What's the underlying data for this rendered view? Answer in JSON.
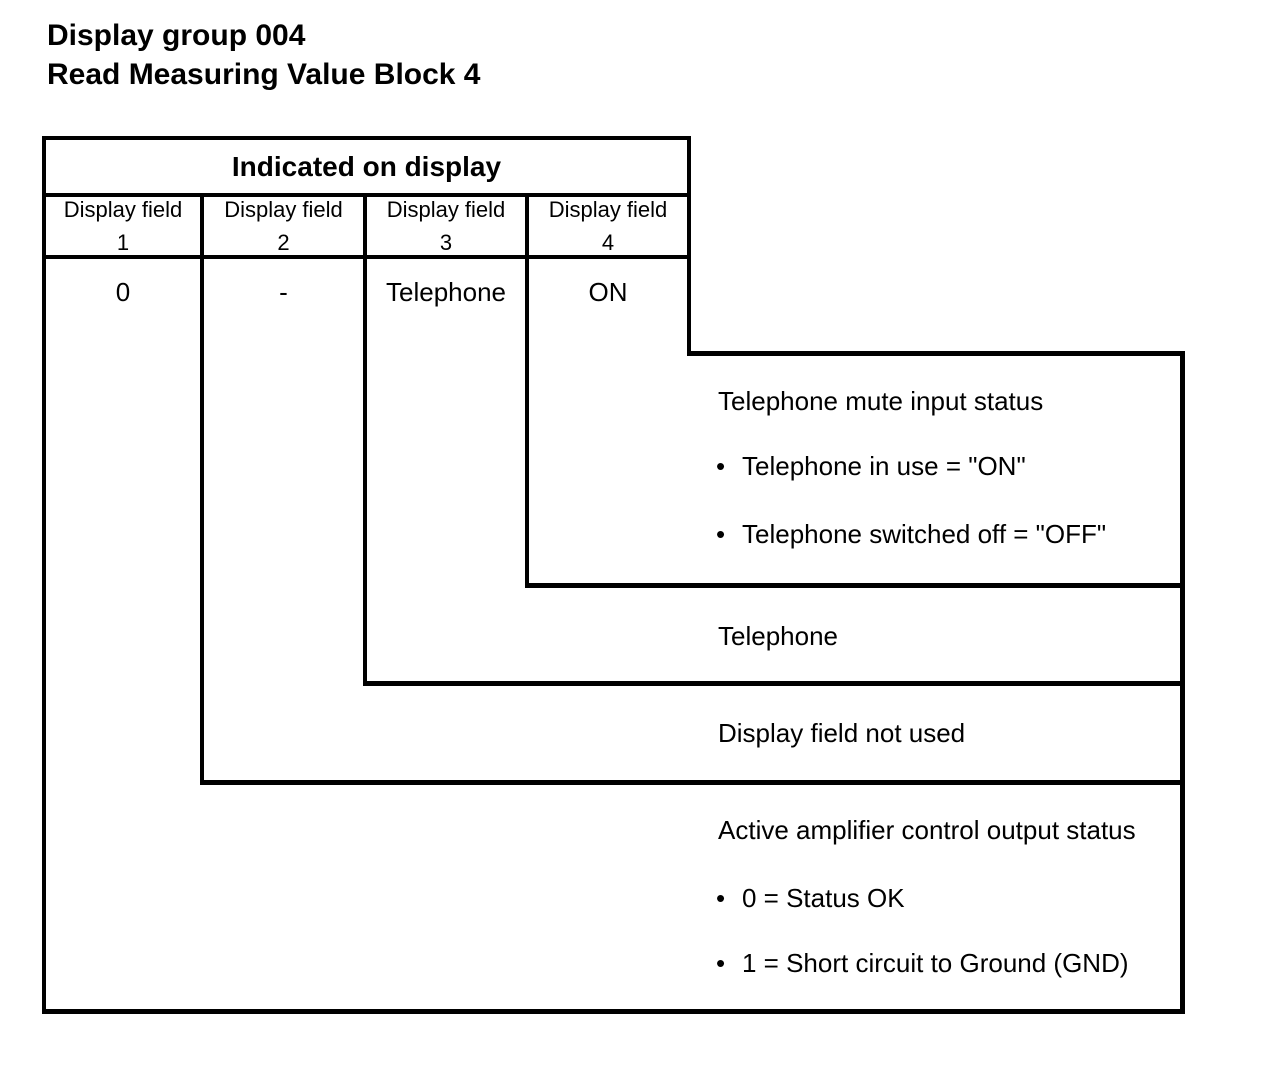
{
  "title": {
    "line1": "Display group 004",
    "line2": "Read Measuring Value Block 4"
  },
  "table": {
    "header": "Indicated on display",
    "columns": [
      {
        "label": "Display field",
        "number": "1",
        "value": "0"
      },
      {
        "label": "Display field",
        "number": "2",
        "value": "-"
      },
      {
        "label": "Display field",
        "number": "3",
        "value": "Telephone"
      },
      {
        "label": "Display field",
        "number": "4",
        "value": "ON"
      }
    ]
  },
  "bullet_char": "•",
  "annotations": [
    {
      "field_number": "4",
      "heading": "Telephone mute input status",
      "bullets": [
        "Telephone in use = \"ON\"",
        "Telephone switched off = \"OFF\""
      ]
    },
    {
      "field_number": "3",
      "heading": "Telephone",
      "bullets": []
    },
    {
      "field_number": "2",
      "heading": "Display field not used",
      "bullets": []
    },
    {
      "field_number": "1",
      "heading": "Active amplifier control output status",
      "bullets": [
        "0 = Status OK",
        "1 = Short circuit to Ground (GND)"
      ]
    }
  ],
  "colors": {
    "background": "#ffffff",
    "line": "#000000",
    "text": "#000000"
  }
}
